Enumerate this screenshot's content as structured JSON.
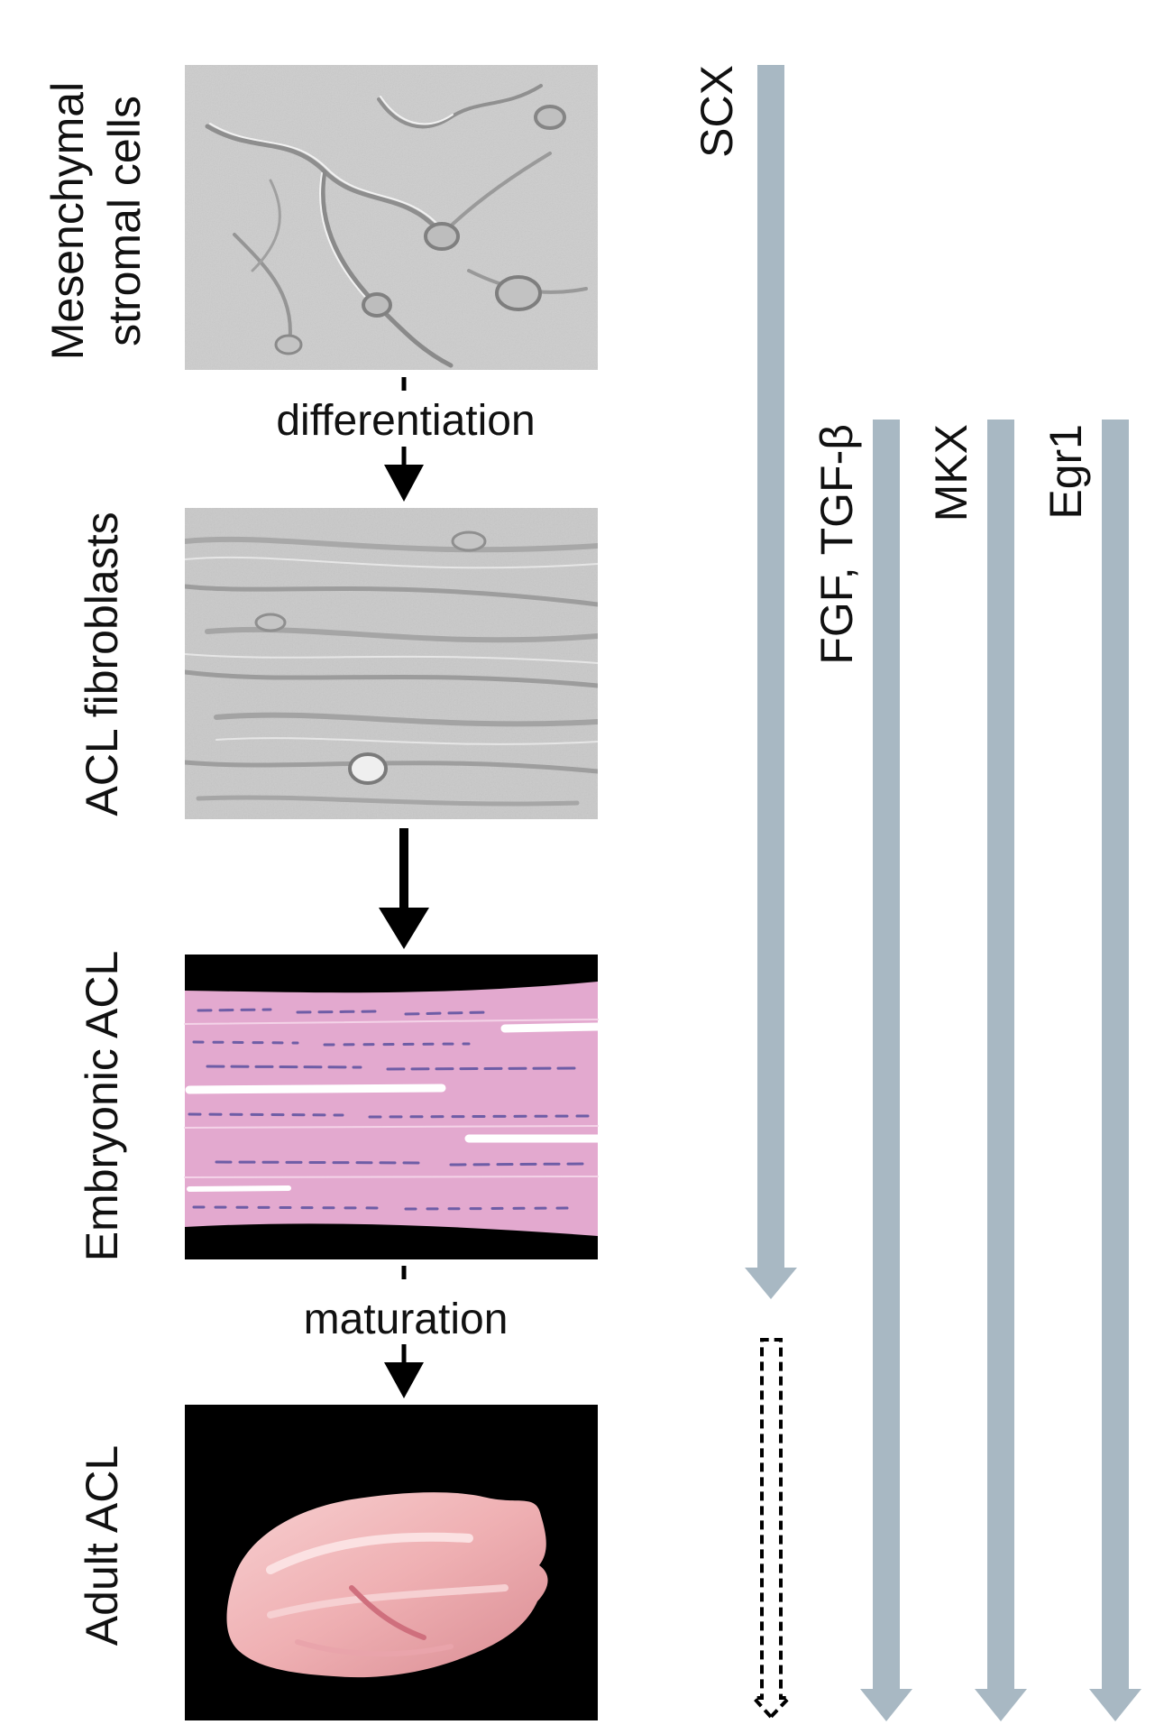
{
  "stages": [
    {
      "id": "msc",
      "label": "Mesenchymal stromal cells",
      "label_lines": [
        "Mesenchymal",
        "stromal cells"
      ]
    },
    {
      "id": "fibro",
      "label": "ACL fibroblasts"
    },
    {
      "id": "embryonic",
      "label": "Embryonic ACL"
    },
    {
      "id": "adult",
      "label": "Adult ACL"
    }
  ],
  "transitions": [
    {
      "label": "differentiation"
    },
    {
      "label": ""
    },
    {
      "label": "maturation"
    }
  ],
  "markers": [
    {
      "label": "SCX",
      "span": "mesenchymal stromal cells to embryonic ACL"
    },
    {
      "label": "FGF, TGF-β",
      "span": "ACL fibroblasts to adult ACL"
    },
    {
      "label": "MKX",
      "span": "ACL fibroblasts to adult ACL"
    },
    {
      "label": "Egr1",
      "span": "ACL fibroblasts to adult ACL"
    }
  ],
  "colors": {
    "marker_arrow": "#a8b8c3",
    "flow_arrow": "#000000",
    "embryonic_tissue": "#e3a9cf",
    "adult_tissue": "#f1b5b7",
    "micrograph_gray": "#cfcfcf"
  }
}
